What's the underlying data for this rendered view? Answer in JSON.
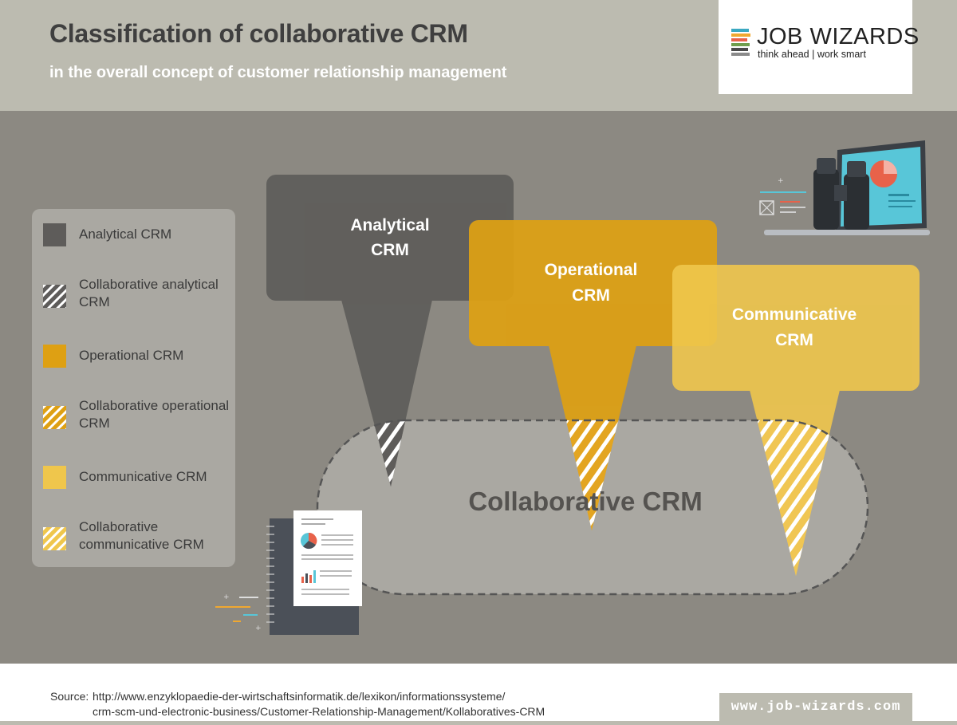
{
  "header": {
    "title": "Classification of collaborative CRM",
    "subtitle": "in the overall concept of customer relationship management"
  },
  "logo": {
    "name": "JOB WIZARDS",
    "tagline": "think ahead | work smart",
    "bar_colors": [
      "#3aa8c1",
      "#f0a830",
      "#e8624a",
      "#6f9e4c",
      "#4a4a4a",
      "#8a8a8a"
    ]
  },
  "diagram": {
    "bubbles": [
      {
        "line1": "Analytical",
        "line2": "CRM",
        "color": "#5e5c5a"
      },
      {
        "line1": "Operational",
        "line2": "CRM",
        "color": "#dea013"
      },
      {
        "line1": "Communicative",
        "line2": "CRM",
        "color": "#efc64c"
      }
    ],
    "collaborative_label": "Collaborative CRM"
  },
  "legend": {
    "items": [
      {
        "label": "Analytical CRM",
        "color": "#5e5c5a",
        "striped": false
      },
      {
        "label": "Collaborative analytical CRM",
        "color": "#5e5c5a",
        "striped": true
      },
      {
        "label": "Operational CRM",
        "color": "#dea013",
        "striped": false
      },
      {
        "label": "Collaborative operational CRM",
        "color": "#dea013",
        "striped": true
      },
      {
        "label": "Communicative CRM",
        "color": "#efc64c",
        "striped": false
      },
      {
        "label": "Collaborative communicative CRM",
        "color": "#efc64c",
        "striped": true
      }
    ]
  },
  "footer": {
    "source_label": "Source:",
    "source_line1": "http://www.enzyklopaedie-der-wirtschaftsinformatik.de/lexikon/informationssysteme/",
    "source_line2": "crm-scm-und-electronic-business/Customer-Relationship-Management/Kollaboratives-CRM",
    "website": "www.job-wizards.com"
  }
}
